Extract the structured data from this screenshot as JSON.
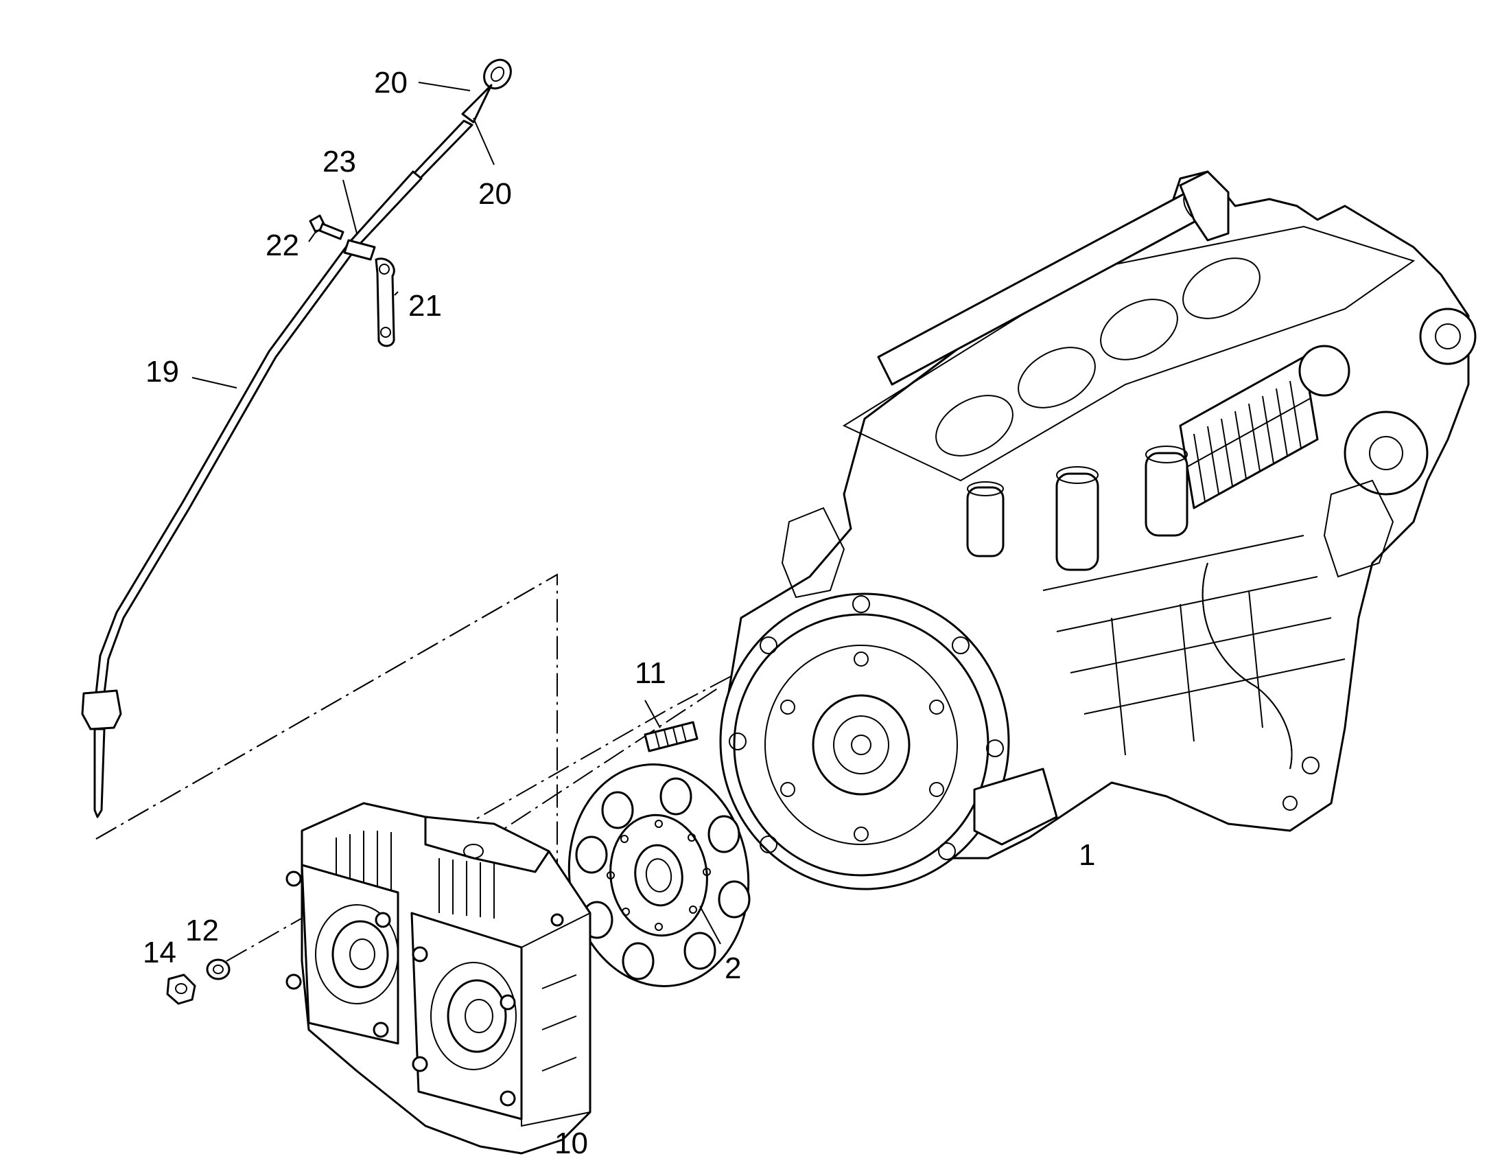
{
  "callouts": [
    {
      "id": "c20a",
      "label": "20"
    },
    {
      "id": "c20b",
      "label": "20"
    },
    {
      "id": "c23",
      "label": "23"
    },
    {
      "id": "c22",
      "label": "22"
    },
    {
      "id": "c21",
      "label": "21"
    },
    {
      "id": "c19",
      "label": "19"
    },
    {
      "id": "c11",
      "label": "11"
    },
    {
      "id": "c12",
      "label": "12"
    },
    {
      "id": "c14",
      "label": "14"
    },
    {
      "id": "c2",
      "label": "2"
    },
    {
      "id": "c1",
      "label": "1"
    },
    {
      "id": "c10",
      "label": "10"
    }
  ],
  "colors": {
    "ink": "#000000",
    "paper": "#ffffff"
  }
}
